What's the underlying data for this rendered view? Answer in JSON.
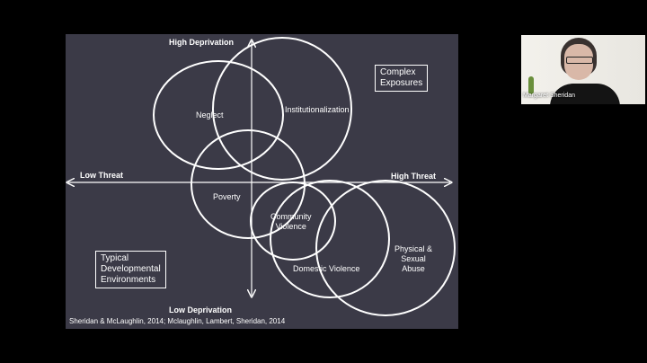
{
  "slide": {
    "axis": {
      "top": "High Deprivation",
      "bottom": "Low Deprivation",
      "left": "Low Threat",
      "right": "High Threat"
    },
    "circles": {
      "neglect": "Neglect",
      "institutionalization": "Institutionalization",
      "poverty": "Poverty",
      "community_violence": "Community\nViolence",
      "domestic_violence": "Domestic Violence",
      "physical_sexual_abuse": "Physical &\nSexual\nAbuse"
    },
    "boxes": {
      "complex": "Complex\nExposures",
      "typical": "Typical\nDevelopmental\nEnvironments"
    },
    "citation": "Sheridan & McLaughlin, 2014; Mclaughlin, Lambert, Sheridan, 2014"
  },
  "video": {
    "participant_name": "Margaret Sheridan"
  },
  "colors": {
    "slide_background": "#3b3a47",
    "page_background": "#000000",
    "line": "#ffffff"
  }
}
